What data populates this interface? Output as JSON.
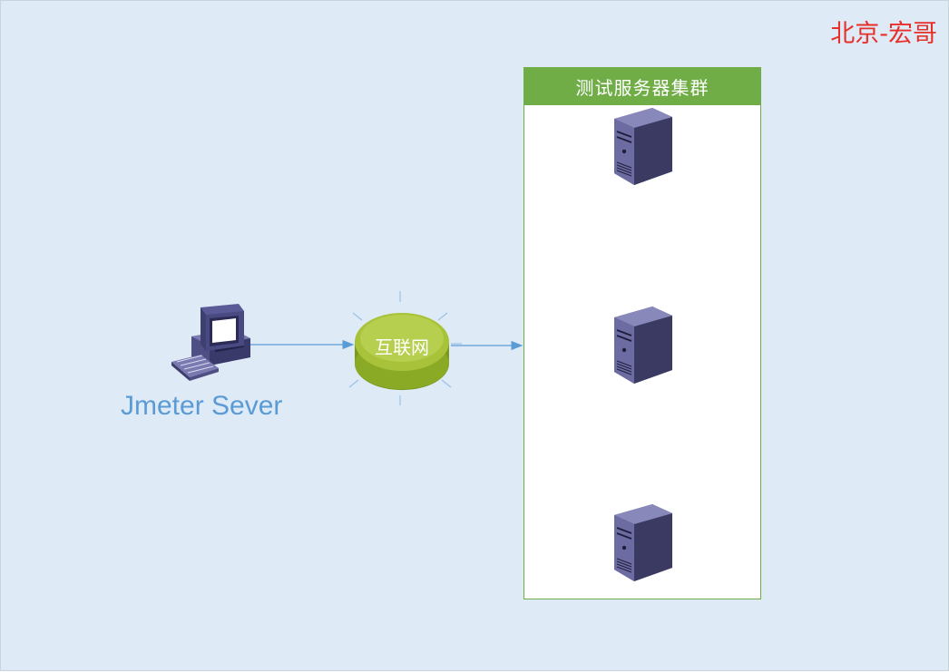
{
  "watermark": "北京-宏哥",
  "client": {
    "label": "Jmeter Sever",
    "icon": "desktop-computer-icon"
  },
  "internet": {
    "label": "互联网",
    "icon": "internet-cloud-disc-icon"
  },
  "cluster": {
    "title": "测试服务器集群",
    "servers": [
      {
        "icon": "server-tower-icon"
      },
      {
        "icon": "server-tower-icon"
      },
      {
        "icon": "server-tower-icon"
      }
    ]
  },
  "colors": {
    "background": "#deeaf5",
    "cluster_border": "#70ad47",
    "cluster_header": "#70ad47",
    "client_label": "#5b9bd5",
    "watermark": "#e8302a",
    "connector": "#5b9bd5",
    "server_body": "#5a5a8c"
  }
}
